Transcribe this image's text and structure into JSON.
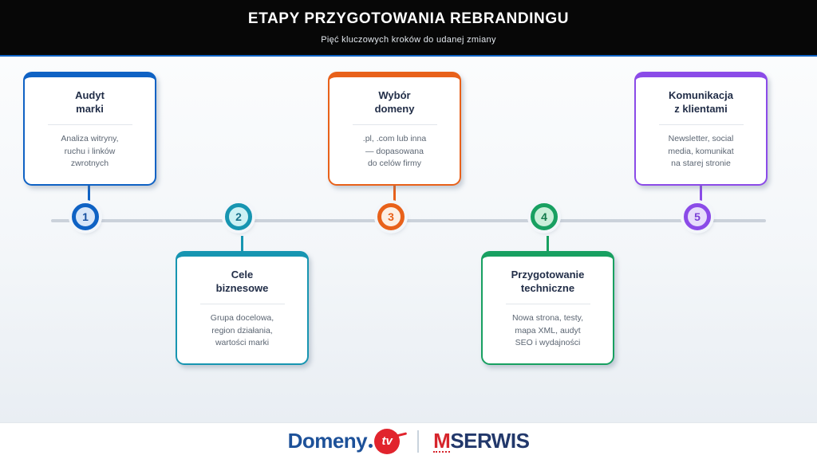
{
  "header": {
    "title": "ETAPY PRZYGOTOWANIA REBRANDINGU",
    "subtitle": "Pięć kluczowych kroków do udanej zmiany",
    "background": "#070707",
    "accent_line_color": "#0F62C4"
  },
  "timeline": {
    "line_color": "#CBD2DB",
    "steps": [
      {
        "number": "1",
        "title": "Audyt\nmarki",
        "body": "Analiza witryny,\nruchu i linków\nzwrotnych",
        "accent": "#0F62C4",
        "circle_fill": "#D8E6F8",
        "number_color": "#17509F",
        "card_position": "above"
      },
      {
        "number": "2",
        "title": "Cele\nbiznesowe",
        "body": "Grupa docelowa,\nregion działania,\nwartości marki",
        "accent": "#1795B1",
        "circle_fill": "#CDF1F4",
        "number_color": "#19718A",
        "card_position": "below"
      },
      {
        "number": "3",
        "title": "Wybór\ndomeny",
        "body": ".pl, .com lub inna\n— dopasowana\ndo celów firmy",
        "accent": "#E8611A",
        "circle_fill": "#FCEFE4",
        "number_color": "#E8611A",
        "card_position": "above"
      },
      {
        "number": "4",
        "title": "Przygotowanie\ntechniczne",
        "body": "Nowa strona, testy,\nmapa XML, audyt\nSEO i wydajności",
        "accent": "#18A061",
        "circle_fill": "#C9EFD9",
        "number_color": "#127A4B",
        "card_position": "below"
      },
      {
        "number": "5",
        "title": "Komunikacja\nz klientami",
        "body": "Newsletter, social\nmedia, komunikat\nna starej stronie",
        "accent": "#8B4BE8",
        "circle_fill": "#E7DDFB",
        "number_color": "#7B3FD6",
        "card_position": "above"
      }
    ]
  },
  "footer": {
    "domeny_logo": {
      "text": "Domeny",
      "tld": "tv",
      "text_color": "#1D5199",
      "badge_color": "#E1242D"
    },
    "mserwis_logo": {
      "prefix": "M",
      "rest": "SERWIS",
      "prefix_color": "#D6252C",
      "rest_color": "#22386B"
    }
  }
}
